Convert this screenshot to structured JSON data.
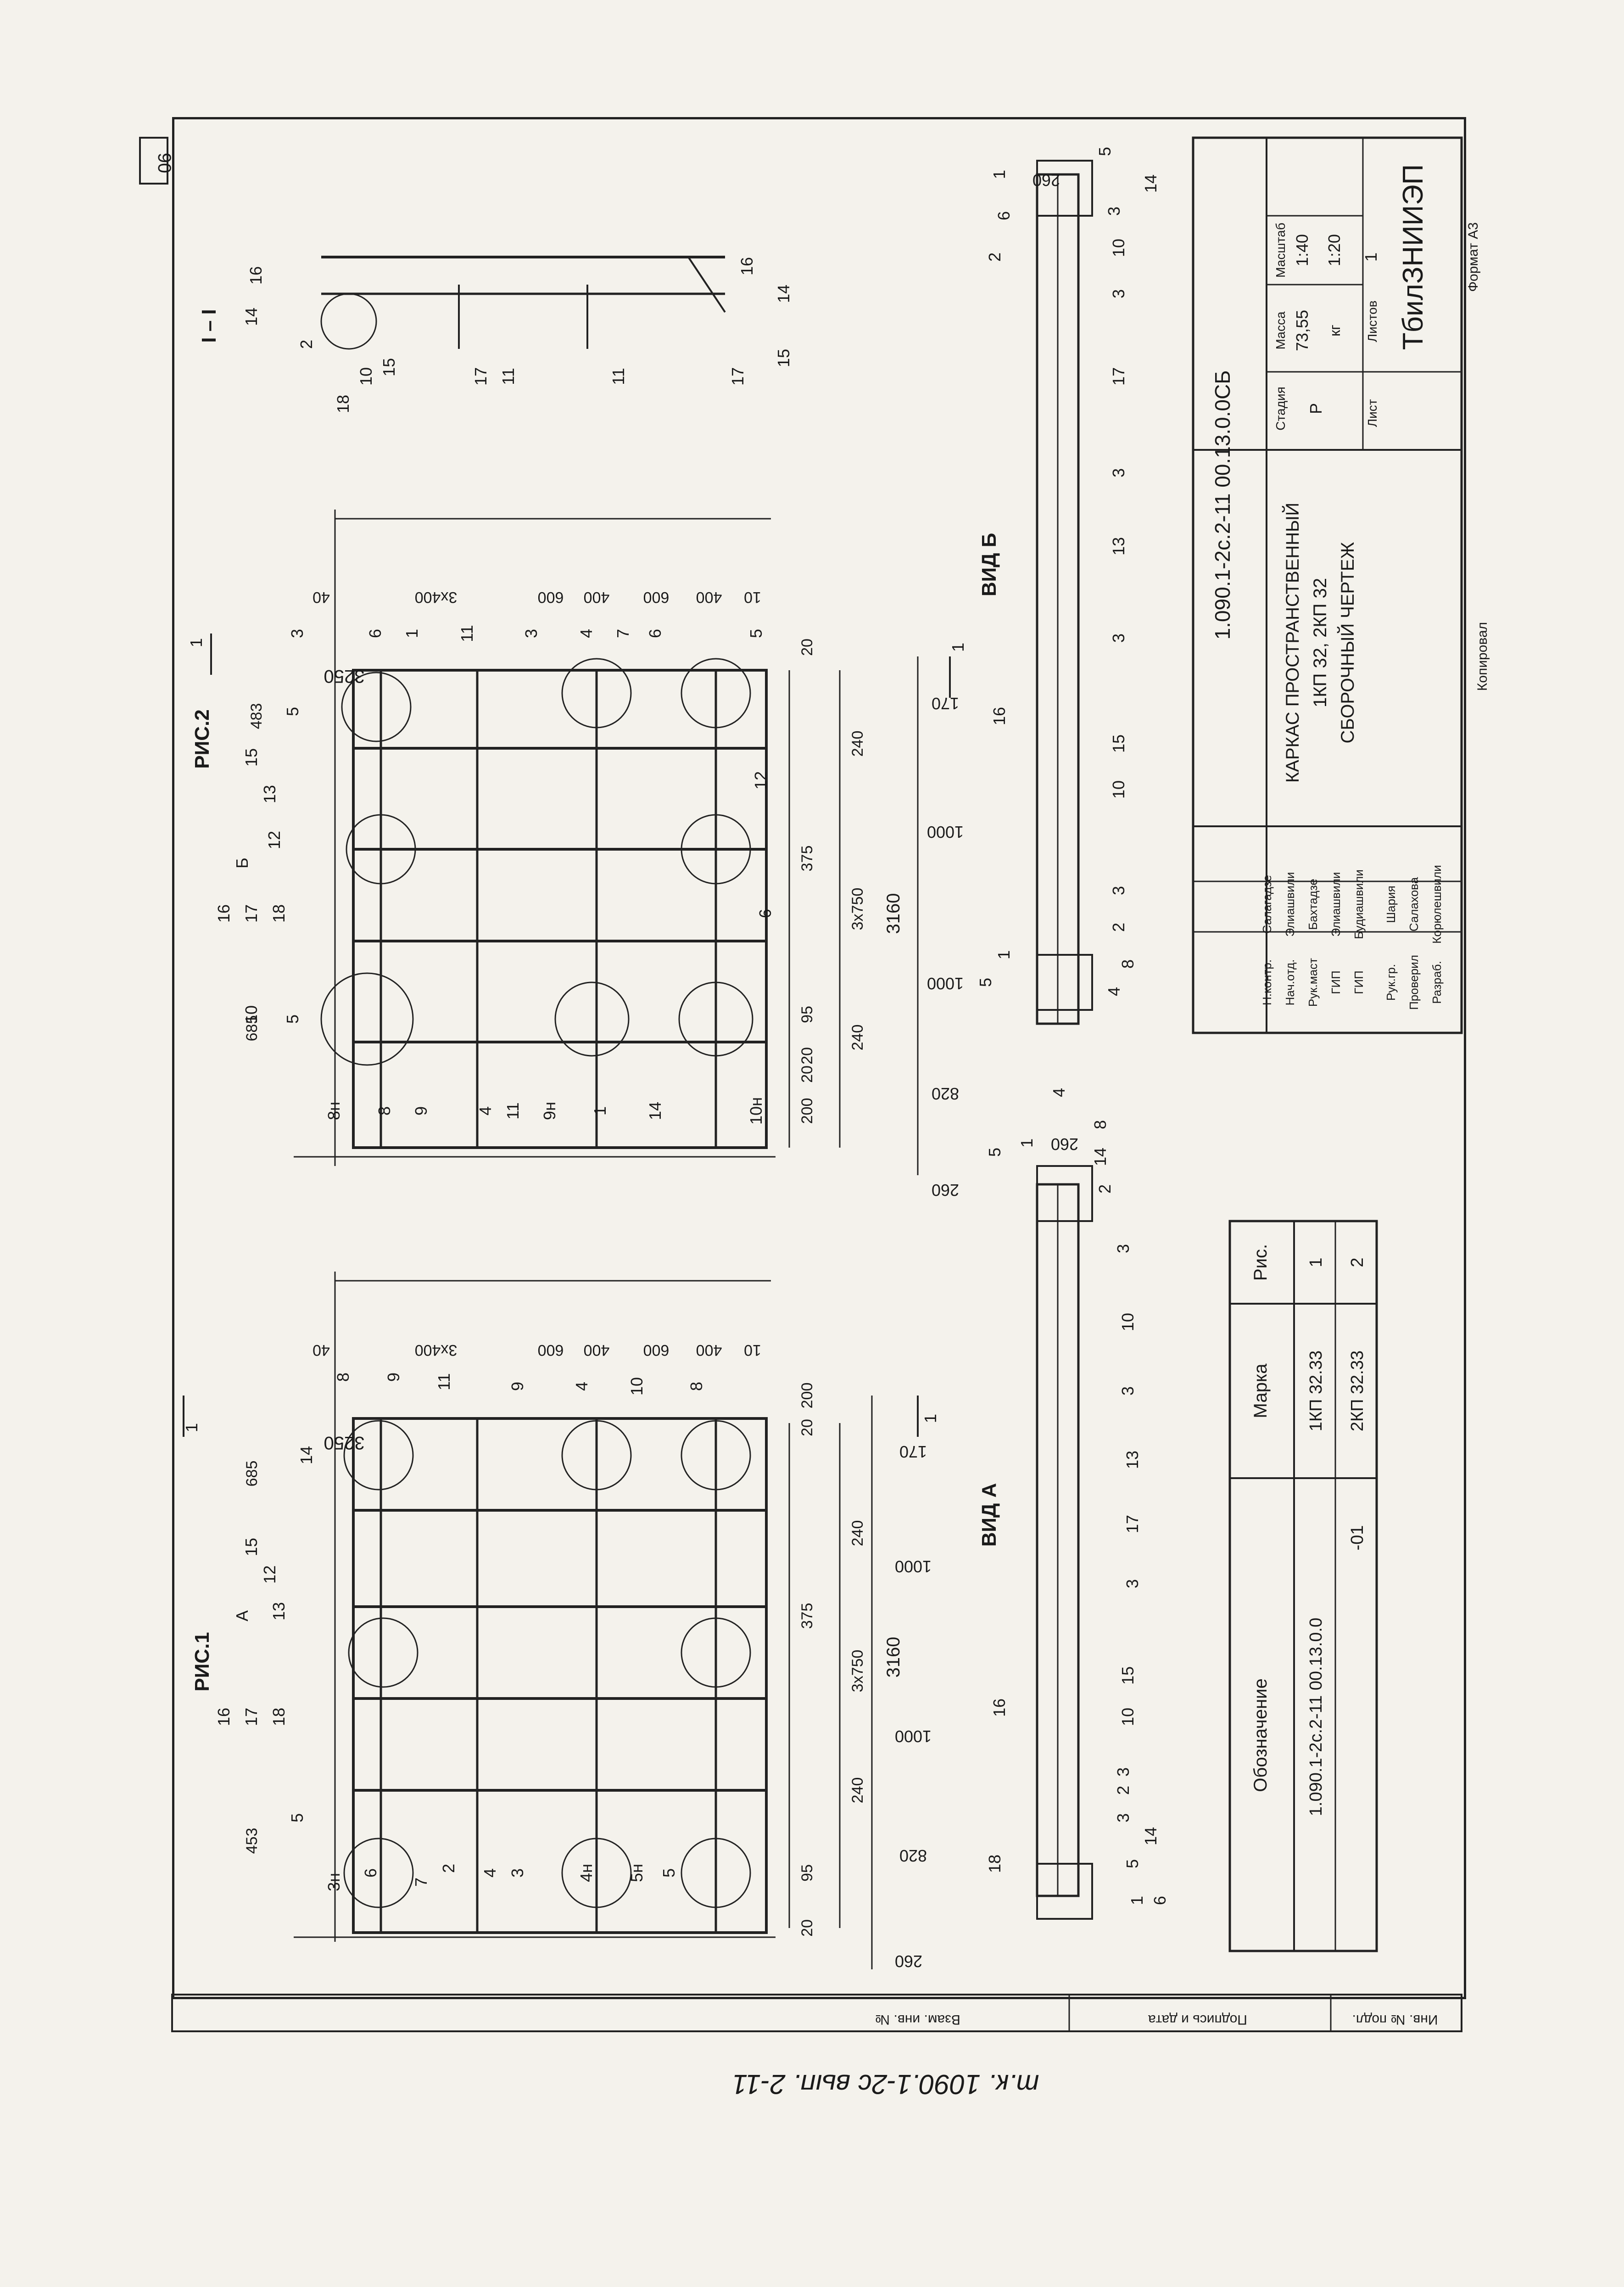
{
  "sheet_code": "1.090.1-2с.2-11 00.13.0.0СБ",
  "sheet_number": "90",
  "org_name": "ТбилЗНИИЭП",
  "format": "Формат А3",
  "copied": "Копировал",
  "bottom_note": "т.к. 1090.1-2с вып. 2-11",
  "title_block": {
    "name_line1": "КАРКАС ПРОСТРАНСТВЕННЫЙ",
    "name_line2": "1КП 32, 2КП 32",
    "name_line3": "СБОРОЧНЫЙ ЧЕРТЕЖ",
    "stage_label": "Стадия",
    "stage_value": "Р",
    "mass_label": "Масса",
    "mass_value": "73,55",
    "mass_unit": "кг",
    "scale_label": "Масштаб",
    "scale_1": "1:40",
    "scale_2": "1:20",
    "sheet_label": "Лист",
    "sheets_label": "Листов",
    "sheets_value": "1",
    "roles": [
      {
        "role": "Н.контр.",
        "name": "Салагадзе"
      },
      {
        "role": "Нач.отд.",
        "name": "Элиашвили"
      },
      {
        "role": "Рук.маст",
        "name": "Бахтадзе"
      },
      {
        "role": "ГИП",
        "name": "Элиашвили"
      },
      {
        "role": "ГИП",
        "name": "Будиашвили"
      },
      {
        "role": "Рук.гр.",
        "name": "Шария"
      },
      {
        "role": "Проверил",
        "name": "Салахова"
      },
      {
        "role": "Разраб.",
        "name": "Корюлешвили"
      }
    ]
  },
  "spec_table": {
    "headers": [
      "Обозначение",
      "Марка",
      "Рис."
    ],
    "rows": [
      [
        "1.090.1-2с.2-11 00.13.0.0",
        "1КП 32.33",
        "1"
      ],
      [
        "-01",
        "2КП 32.33",
        "2"
      ]
    ]
  },
  "side_stamp": [
    "Инв. № подл.",
    "Подпись и дата",
    "Взам. инв. №"
  ],
  "fig1": {
    "title": "РИС.1",
    "dims_right": [
      "260",
      "820",
      "1000",
      "1000",
      "170"
    ],
    "dims_left": [
      "40",
      "3х400",
      "600",
      "400",
      "600",
      "400",
      "10"
    ],
    "overall_height": "3250",
    "bottom_dims": [
      "240",
      "3х750",
      "240"
    ],
    "overall_width": "3160",
    "dims_misc": [
      "453",
      "685",
      "375",
      "95",
      "20",
      "20",
      "200"
    ],
    "labels": [
      "16",
      "17",
      "18",
      "13",
      "15",
      "12",
      "14",
      "5",
      "3н",
      "6",
      "7",
      "2",
      "4",
      "3",
      "4н",
      "5н",
      "5",
      "8",
      "9",
      "11",
      "9",
      "4",
      "10",
      "8",
      "А",
      "1",
      "1"
    ]
  },
  "fig2": {
    "title": "РИС.2",
    "dims_right": [
      "260",
      "820",
      "1000",
      "1000",
      "170"
    ],
    "dims_left": [
      "40",
      "3х400",
      "600",
      "400",
      "600",
      "400",
      "10"
    ],
    "overall_height": "3250",
    "bottom_dims": [
      "240",
      "3х750",
      "240"
    ],
    "overall_width": "3160",
    "dims_misc": [
      "483",
      "685",
      "375",
      "95",
      "20",
      "20",
      "200",
      "20"
    ],
    "labels": [
      "16",
      "17",
      "18",
      "13",
      "12",
      "15",
      "10",
      "5",
      "8н",
      "8",
      "9",
      "4",
      "11",
      "9н",
      "1",
      "14",
      "10н",
      "3",
      "6",
      "1",
      "11",
      "3",
      "4",
      "7",
      "6",
      "5",
      "5",
      "6",
      "12",
      "Б",
      "1",
      "1"
    ]
  },
  "section": {
    "title": "I – I",
    "labels": [
      "16",
      "14",
      "2",
      "18",
      "10",
      "15",
      "17",
      "11",
      "11",
      "16",
      "14",
      "15",
      "17"
    ]
  },
  "view_a": {
    "title": "ВИД А",
    "dim": "260",
    "labels": [
      "1",
      "18",
      "5",
      "14",
      "3",
      "2",
      "3",
      "10",
      "15",
      "16",
      "3",
      "17",
      "13",
      "3",
      "10",
      "3",
      "2",
      "14",
      "8",
      "4",
      "5",
      "1",
      "6"
    ]
  },
  "view_b": {
    "title": "ВИД Б",
    "dim": "260",
    "labels": [
      "5",
      "1",
      "4",
      "8",
      "2",
      "3",
      "10",
      "15",
      "16",
      "3",
      "13",
      "3",
      "17",
      "3",
      "10",
      "3",
      "14",
      "5",
      "1",
      "2",
      "6"
    ]
  }
}
